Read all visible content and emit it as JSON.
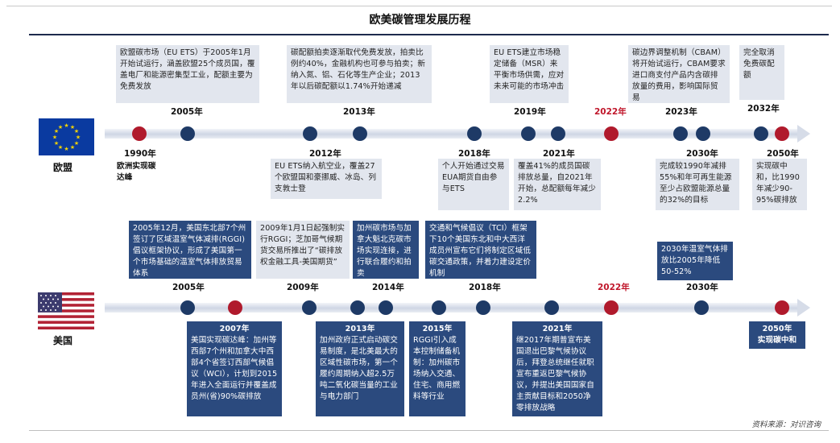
{
  "title": "欧美碳管理发展历程",
  "source": "资料来源：对识咨询",
  "regions": {
    "eu": "欧盟",
    "us": "美国"
  },
  "colors": {
    "navy": "#1e3a66",
    "red": "#b01a2c",
    "box_light": "#e2e6ee",
    "box_dark": "#2b4a7e"
  },
  "eu_years": {
    "y1990": "1990年",
    "y2005": "2005年",
    "y2012": "2012年",
    "y2013": "2013年",
    "y2018": "2018年",
    "y2019": "2019年",
    "y2021": "2021年",
    "y2022": "2022年",
    "y2023": "2023年",
    "y2030": "2030年",
    "y2032": "2032年",
    "y2050": "2050年"
  },
  "eu_text": {
    "e1990": "欧洲实现碳达峰",
    "e2005": "欧盟碳市场（EU ETS）于2005年1月开始试运行，涵盖欧盟25个成员国，覆盖电厂和能源密集型工业，配额主要为免费发放",
    "e2012": "EU ETS纳入航空业，覆盖27个欧盟国和豪挪威、冰岛、列支敦士登",
    "e2013": "碳配额拍卖逐渐取代免费发放，拍卖比例约40%，金融机构也可参与拍卖；新纳入氮、铝、石化等生产企业；2013年以后碳配额以1.74%开始递减",
    "e2018": "个人开始通过交易EUA期货自由参与ETS",
    "e2019": "EU ETS建立市场稳定储备（MSR）来平衡市场供需，应对未来可能的市场冲击",
    "e2021": "覆盖41%的成员国碳排放总量，自2021年开始，总配额每年减少2.2%",
    "e2023": "碳边界调整机制（CBAM）将开始试运行，CBAM要求进口商支付产品内含碳排放量的费用，影响国际贸易",
    "e2030": "完成较1990年减排55%和年可再生能源至少占欧盟能源总量的32%的目标",
    "e2032": "完全取消免费碳配额",
    "e2050": "实现碳中和，比1990年减少90-95%碳排放"
  },
  "us_years": {
    "y2005": "2005年",
    "y2007": "2007年",
    "y2009": "2009年",
    "y2013": "2013年",
    "y2014": "2014年",
    "y2015": "2015年",
    "y2018": "2018年",
    "y2021": "2021年",
    "y2022": "2022年",
    "y2030": "2030年",
    "y2050": "2050年"
  },
  "us_text": {
    "u2005": "2005年12月，美国东北部7个州签订了区域温室气体减排(RGGI)倡议框架协议，形成了美国第一个市场基础的温室气体排放贸易体系",
    "u2007": "美国实现碳达峰：加州等西部7个州和加拿大中西部4个省签订西部气候倡议（WCI），计划到2015年进入全面运行并覆盖成员州(省)90%碳排放",
    "u2009": "2009年1月1日起强制实行RGGI；芝加哥气候期货交易所推出了“碳排放权金融工具-美国期货”",
    "u2013": "加州政府正式启动碳交易制度，是北美最大的区域性碳市场，第一个履约周期纳入超2.5万吨二氧化碳当量的工业与电力部门",
    "u2014": "加州碳市场与加拿大魁北克碳市场实现连接，进行联合履约和拍卖",
    "u2015": "RGGI引入成本控制储备机制：加州碳市场纳入交通、住宅、商用燃料等行业",
    "u2018": "交通和气候倡议（TCI）框架下10个美国东北和中大西洋成员州宣布它们将制定区域低碳交通政策，并着力建设定价机制",
    "u2021": "继2017年期普宣布美国退出巴黎气候协议后，拜登总统继任就职宣布重返巴黎气候协议，并提出美国国家自主贡献目标和2050净零排放战略",
    "u2030": "2030年温室气体排放比2005年降低50-52%",
    "u2050": "实现碳中和"
  }
}
